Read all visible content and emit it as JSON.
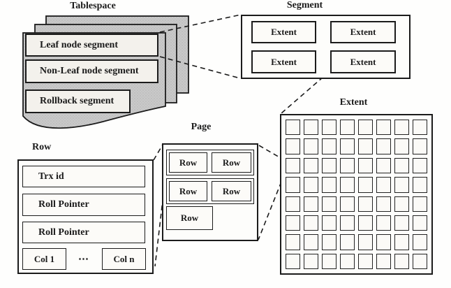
{
  "diagram": {
    "tablespace": {
      "label": "Tablespace",
      "segments": [
        {
          "label": "Leaf node segment"
        },
        {
          "label": "Non-Leaf node segment"
        },
        {
          "label": "Rollback segment"
        }
      ]
    },
    "segment": {
      "label": "Segment",
      "extents": [
        "Extent",
        "Extent",
        "Extent",
        "Extent"
      ]
    },
    "extent": {
      "label": "Extent",
      "grid": {
        "rows": 8,
        "cols": 8
      }
    },
    "page": {
      "label": "Page",
      "rows": [
        "Row",
        "Row",
        "Row",
        "Row",
        "Row"
      ]
    },
    "row": {
      "label": "Row",
      "fields": [
        "Trx id",
        "Roll Pointer",
        "Roll Pointer"
      ],
      "columns": {
        "first": "Col 1",
        "ellipsis": "⋯",
        "last": "Col n"
      }
    },
    "colors": {
      "line": "#1b1b1b",
      "sheet_gray": "#c9c9c9",
      "sheet_dot": "#a8a8a8",
      "box_fill": "#f3f1ec",
      "background": "#fefefd"
    }
  }
}
